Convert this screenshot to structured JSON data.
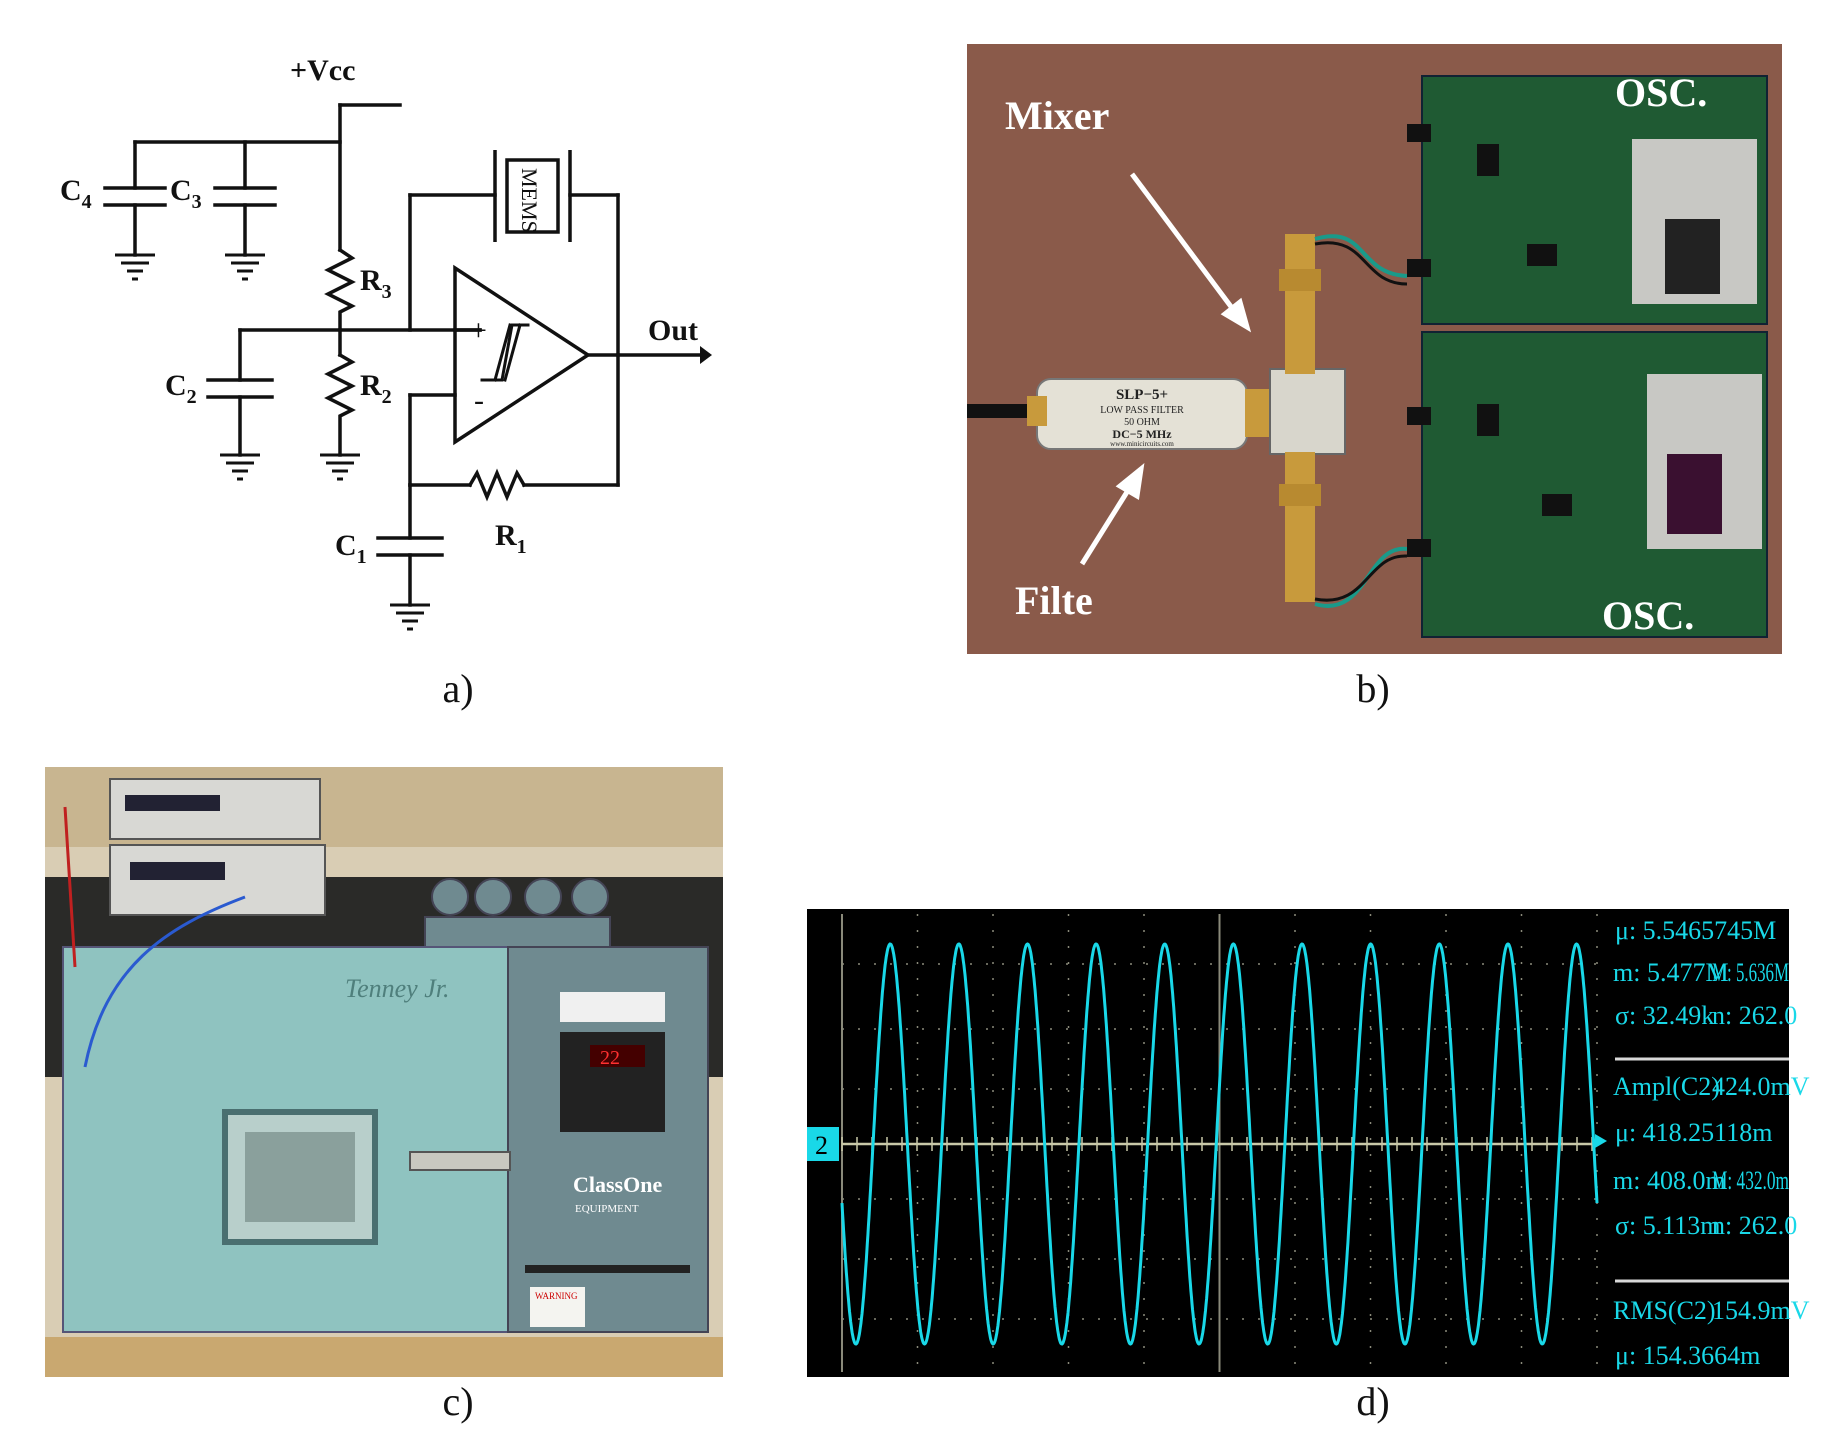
{
  "panels": {
    "a": {
      "caption": "a)",
      "labels": {
        "vcc": "+Vcc",
        "out": "Out",
        "mems": "MEMS",
        "c4": "C",
        "c4_sub": "4",
        "c3": "C",
        "c3_sub": "3",
        "c2": "C",
        "c2_sub": "2",
        "c1": "C",
        "c1_sub": "1",
        "r3": "R",
        "r3_sub": "3",
        "r2": "R",
        "r2_sub": "2",
        "r1": "R",
        "r1_sub": "1",
        "plus": "+",
        "minus": "-"
      }
    },
    "b": {
      "caption": "b)",
      "labels": {
        "mixer": "Mixer",
        "filter": "Filte",
        "osc_top": "OSC.",
        "osc_bottom": "OSC.",
        "filter_text": [
          "SLP−5+",
          "LOW PASS FILTER",
          "50 OHM",
          "DC−5 MHz",
          "www.minicircuits.com"
        ]
      },
      "colors": {
        "background": "#8a5a4a",
        "pcb": "#1f5a33",
        "brass": "#c89a3c"
      }
    },
    "c": {
      "caption": "c)",
      "labels": {
        "brand": "Tenney Jr.",
        "classone": "ClassOne",
        "equipment": "EQUIPMENT",
        "warning": "WARNING",
        "display": "22"
      },
      "colors": {
        "chamber": "#8fc3c0",
        "panel": "#6f8a90",
        "wall": "#d9cdb4"
      }
    },
    "d": {
      "caption": "d)",
      "channel_marker": "2",
      "stats": {
        "freq_mu": "μ: 5.5465745M",
        "freq_m": "m: 5.477M",
        "freq_M": "M: 5.636M",
        "freq_sigma": "σ: 32.49k",
        "freq_n": "n: 262.0",
        "ampl_title": "Ampl(C2)",
        "ampl_value": "424.0mV",
        "ampl_mu": "μ: 418.25118m",
        "ampl_m": "m: 408.0m",
        "ampl_M": "M: 432.0m",
        "ampl_sigma": "σ: 5.113m",
        "ampl_n": "n: 262.0",
        "rms_title": "RMS(C2)",
        "rms_value": "154.9mV",
        "rms_mu": "μ: 154.3664m"
      },
      "waveform": {
        "cycles": 11,
        "phase_start": -0.5
      },
      "colors": {
        "screen": "#000000",
        "trace": "#19d8e8",
        "grid": "#8a8a7a",
        "text": "#19d8e8"
      }
    }
  }
}
